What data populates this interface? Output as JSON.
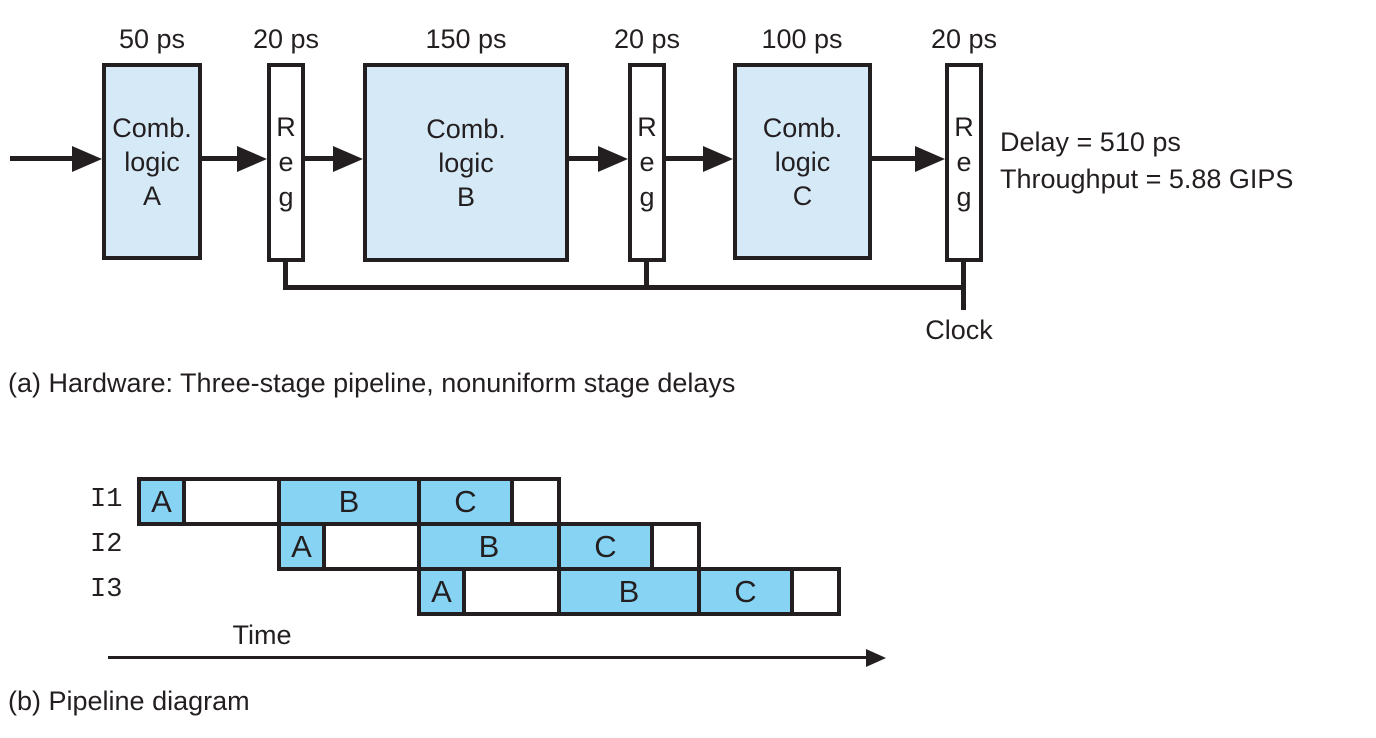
{
  "figure": {
    "background": "#ffffff",
    "colors": {
      "logic_box_fill": "#d6e9f7",
      "pipeline_stage_fill": "#87d3f3",
      "line_color": "#231f20",
      "reg_fill": "#ffffff"
    }
  },
  "hardware": {
    "blocks": [
      {
        "delay": "50 ps",
        "label": "Comb.\nlogic\nA",
        "type": "logic"
      },
      {
        "delay": "20 ps",
        "label": "R\ne\ng",
        "type": "register"
      },
      {
        "delay": "150 ps",
        "label": "Comb.\nlogic\nB",
        "type": "logic"
      },
      {
        "delay": "20 ps",
        "label": "R\ne\ng",
        "type": "register"
      },
      {
        "delay": "100 ps",
        "label": "Comb.\nlogic\nC",
        "type": "logic"
      },
      {
        "delay": "20 ps",
        "label": "R\ne\ng",
        "type": "register"
      }
    ],
    "stats": {
      "delay": "Delay = 510 ps",
      "throughput": "Throughput = 5.88 GIPS"
    },
    "clock_label": "Clock",
    "caption": "(a) Hardware: Three-stage pipeline, nonuniform stage delays"
  },
  "pipeline": {
    "rows": [
      {
        "label": "I1",
        "stages": {
          "a": "A",
          "b": "B",
          "c": "C"
        }
      },
      {
        "label": "I2",
        "stages": {
          "a": "A",
          "b": "B",
          "c": "C"
        }
      },
      {
        "label": "I3",
        "stages": {
          "a": "A",
          "b": "B",
          "c": "C"
        }
      }
    ],
    "time_label": "Time",
    "caption": "(b) Pipeline diagram"
  }
}
